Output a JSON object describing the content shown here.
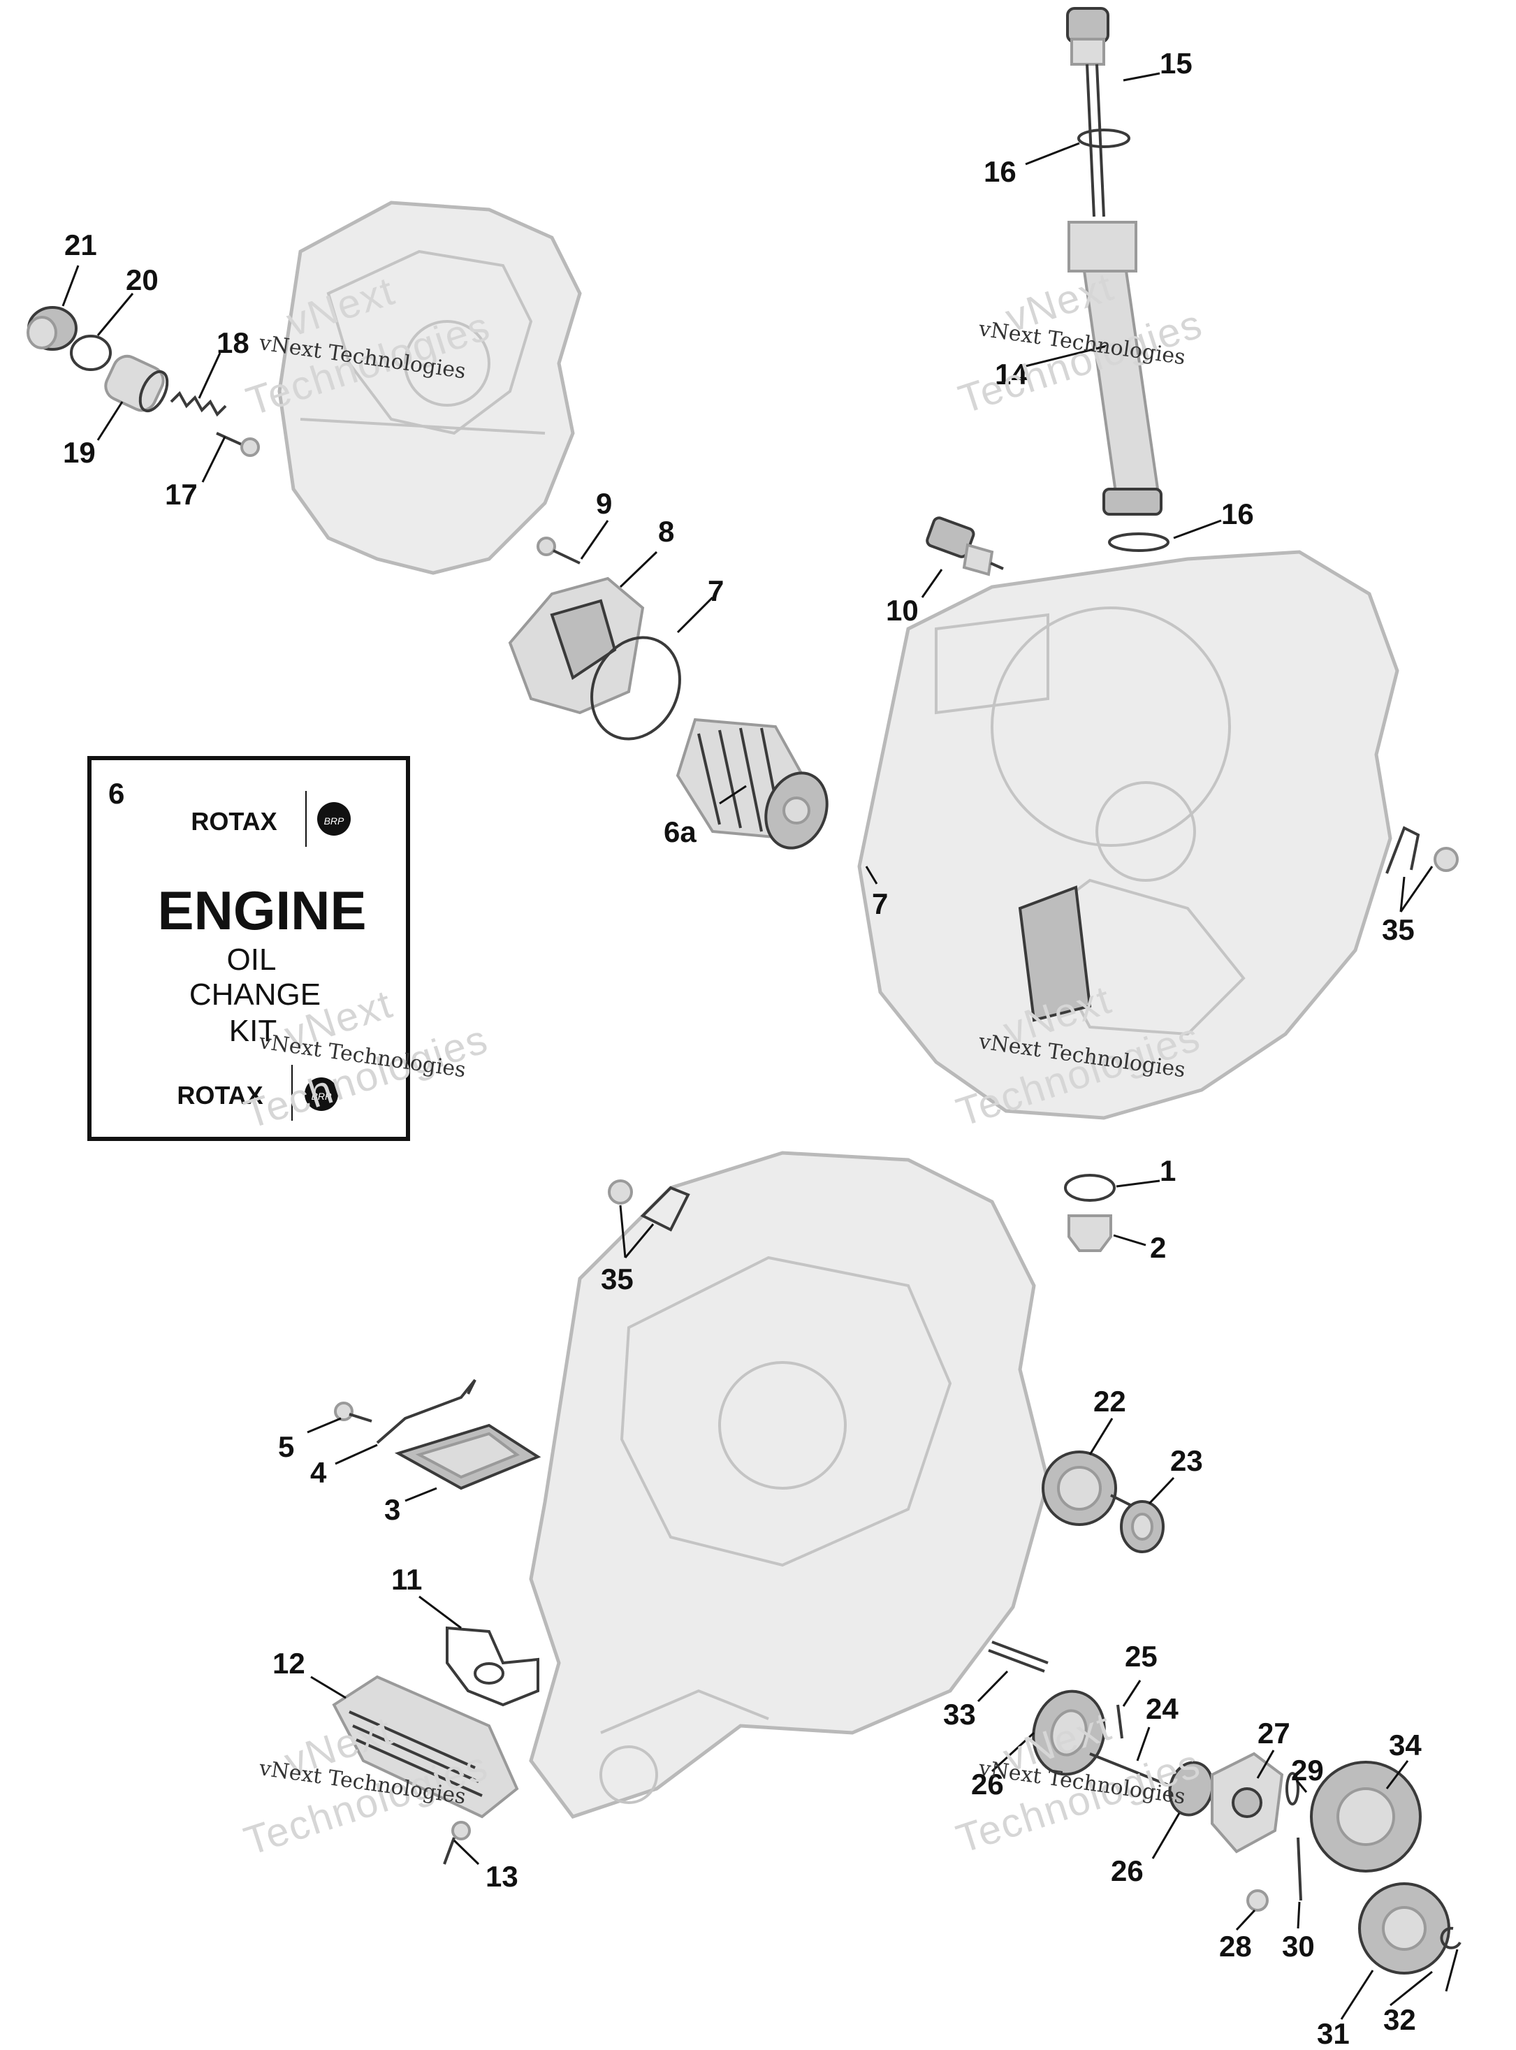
{
  "callouts": [
    {
      "id": "1",
      "label": "1"
    },
    {
      "id": "2",
      "label": "2"
    },
    {
      "id": "3",
      "label": "3"
    },
    {
      "id": "4",
      "label": "4"
    },
    {
      "id": "5",
      "label": "5"
    },
    {
      "id": "6",
      "label": "6"
    },
    {
      "id": "6a",
      "label": "6a"
    },
    {
      "id": "7a",
      "label": "7"
    },
    {
      "id": "7b",
      "label": "7"
    },
    {
      "id": "8",
      "label": "8"
    },
    {
      "id": "9",
      "label": "9"
    },
    {
      "id": "10",
      "label": "10"
    },
    {
      "id": "11",
      "label": "11"
    },
    {
      "id": "12",
      "label": "12"
    },
    {
      "id": "13",
      "label": "13"
    },
    {
      "id": "14",
      "label": "14"
    },
    {
      "id": "15",
      "label": "15"
    },
    {
      "id": "16a",
      "label": "16"
    },
    {
      "id": "16b",
      "label": "16"
    },
    {
      "id": "17",
      "label": "17"
    },
    {
      "id": "18",
      "label": "18"
    },
    {
      "id": "19",
      "label": "19"
    },
    {
      "id": "20",
      "label": "20"
    },
    {
      "id": "21",
      "label": "21"
    },
    {
      "id": "22",
      "label": "22"
    },
    {
      "id": "23",
      "label": "23"
    },
    {
      "id": "24",
      "label": "24"
    },
    {
      "id": "25",
      "label": "25"
    },
    {
      "id": "26a",
      "label": "26"
    },
    {
      "id": "26b",
      "label": "26"
    },
    {
      "id": "27",
      "label": "27"
    },
    {
      "id": "28",
      "label": "28"
    },
    {
      "id": "29",
      "label": "29"
    },
    {
      "id": "30",
      "label": "30"
    },
    {
      "id": "31",
      "label": "31"
    },
    {
      "id": "32",
      "label": "32"
    },
    {
      "id": "33",
      "label": "33"
    },
    {
      "id": "34",
      "label": "34"
    },
    {
      "id": "35a",
      "label": "35"
    },
    {
      "id": "35b",
      "label": "35"
    }
  ],
  "kit": {
    "brand_top": "ROTAX",
    "title": "ENGINE",
    "line1": "OIL",
    "line2": "CHANGE",
    "line3": "KIT",
    "brand_bottom": "ROTAX",
    "badge": "BRP"
  },
  "watermark": {
    "line_a": "vNext",
    "line_b": "Technologies",
    "small": "vNext Technologies"
  },
  "colors": {
    "ink": "#111111",
    "ghost_part": "#ececec",
    "watermark": "#d6d6d6"
  }
}
